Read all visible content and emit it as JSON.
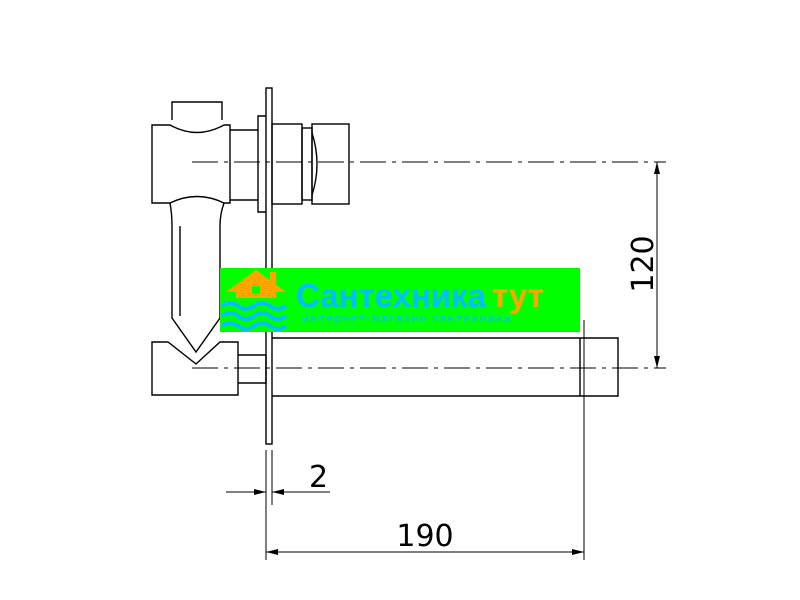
{
  "dimensions": {
    "height": "120",
    "wall_thickness": "2",
    "spout_length": "190"
  },
  "watermark": {
    "brand_main": "Сантехника",
    "brand_accent": "тут",
    "tagline": "интернет-магазин сантехники",
    "background_color": "#00ff00",
    "main_color": "#00bfff",
    "accent_color": "#ffa500",
    "tagline_color": "#00bfff",
    "icon": "house-waves-icon"
  }
}
